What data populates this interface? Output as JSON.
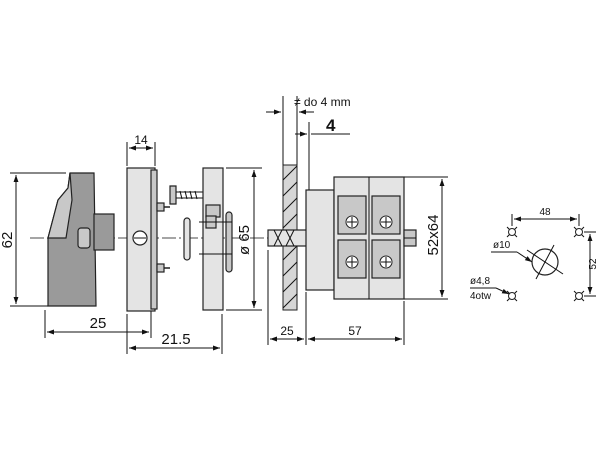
{
  "dimensions": {
    "height_62": "62",
    "width_14": "14",
    "length_25_left": "25",
    "length_21_5": "21.5",
    "diameter_65": "ø 65",
    "panel_note": "≠ do 4 mm",
    "panel_4": "4",
    "length_25_right": "25",
    "length_57": "57",
    "body_52x64": "52x64",
    "hole_spacing_48": "48",
    "hole_spacing_52": "52",
    "center_hole": "ø10",
    "mount_hole": "ø4,8",
    "mount_hole_count": "4otw"
  }
}
